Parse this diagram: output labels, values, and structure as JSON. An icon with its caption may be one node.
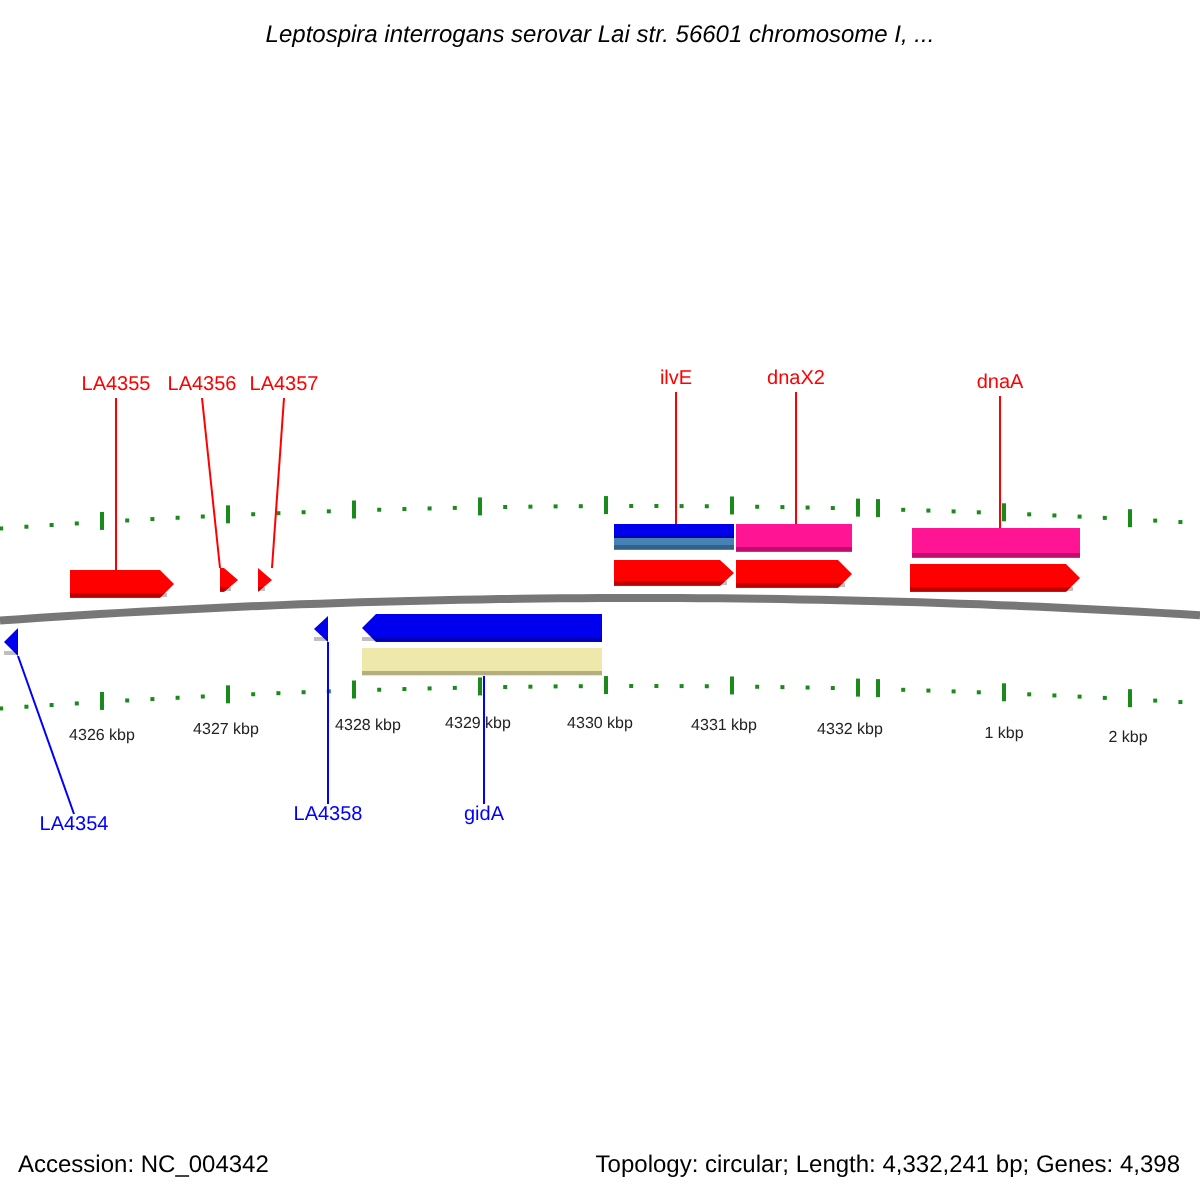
{
  "diagram": {
    "title": "Leptospira interrogans serovar Lai str. 56601 chromosome I, ...",
    "nodes": [
      {
        "text": [
          "LA4355"
        ]
      },
      {
        "text": [
          "LA4356"
        ]
      },
      {
        "text": [
          "LA4357"
        ]
      },
      {
        "text": [
          "ilvE"
        ]
      },
      {
        "text": [
          "dnaX2"
        ]
      },
      {
        "text": [
          "dnaA"
        ]
      },
      {
        "text": [],
        "shape": "bar"
      },
      {
        "text": [],
        "shape": "bar"
      },
      {
        "text": [],
        "shape": "bar"
      },
      {
        "text": [],
        "shape": "bar"
      },
      {
        "text": [],
        "shape": "arrow"
      },
      {
        "text": [],
        "shape": "arrow"
      },
      {
        "text": [],
        "shape": "arrow"
      },
      {
        "text": [],
        "shape": "arrow"
      },
      {
        "text": [],
        "shape": "arrow"
      },
      {
        "text": [],
        "shape": "arrow"
      },
      {
        "text": [],
        "shape": "arrow"
      },
      {
        "text": [],
        "shape": "arrow"
      },
      {
        "text": [],
        "shape": "arrow"
      },
      {
        "text": [],
        "shape": "bar"
      },
      {
        "text": [
          "LA4354"
        ]
      },
      {
        "text": [
          "LA4358"
        ]
      },
      {
        "text": [
          "gidA"
        ]
      }
    ],
    "edges": [
      {
        "from": 0,
        "to": 10,
        "arrow": "none"
      },
      {
        "from": 1,
        "to": 11,
        "arrow": "none"
      },
      {
        "from": 2,
        "to": 12,
        "arrow": "none"
      },
      {
        "from": 3,
        "to": 6,
        "arrow": "none"
      },
      {
        "from": 4,
        "to": 7,
        "arrow": "none"
      },
      {
        "from": 5,
        "to": 8,
        "arrow": "none"
      },
      {
        "from": 20,
        "to": 16,
        "arrow": "none",
        "color": "#0000ff"
      },
      {
        "from": 21,
        "to": 17,
        "arrow": "none",
        "color": "#0000ff"
      },
      {
        "from": 22,
        "to": 19,
        "arrow": "none",
        "color": "#0000ff"
      }
    ],
    "labels": [
      "4326 kbp",
      "4327 kbp",
      "4328 kbp",
      "4329 kbp",
      "4330 kbp",
      "4331 kbp",
      "4332 kbp",
      "1 kbp",
      "2 kbp",
      "Accession: NC_004342",
      "Topology: circular; Length: 4,332,241 bp; Genes: 4,398"
    ]
  }
}
